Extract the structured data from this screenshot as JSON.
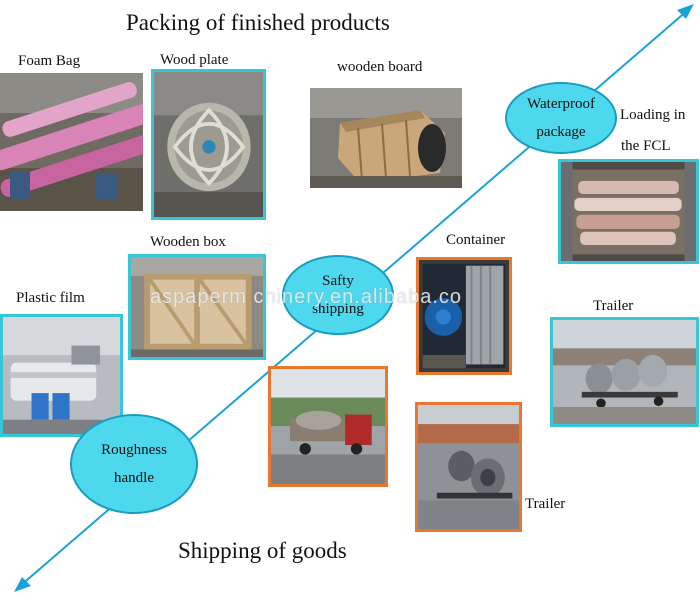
{
  "titles": {
    "packing": "Packing of finished  products",
    "shipping": "Shipping of  goods"
  },
  "labels": {
    "foam_bag": "Foam Bag",
    "wood_plate": "Wood plate",
    "wooden_board": "wooden board",
    "loading_line1": "Loading in",
    "loading_line2": "the FCL",
    "wooden_box": "Wooden box",
    "container": "Container",
    "plastic_film": "Plastic film",
    "trailer_right": "Trailer",
    "trailer_bottom": "Trailer"
  },
  "ellipses": {
    "waterproof_line1": "Waterproof",
    "waterproof_line2": "package",
    "safty_line1": "Safty",
    "safty_line2": "shipping",
    "roughness_line1": "Roughness",
    "roughness_line2": "handle"
  },
  "watermark": "aspaperm chinery.en.alibaba.co",
  "colors": {
    "arrow": "#1aa3d6",
    "ellipse_fill": "#4dd8ee",
    "cyan_frame": "#36c6d8",
    "orange_frame": "#e8782f"
  }
}
